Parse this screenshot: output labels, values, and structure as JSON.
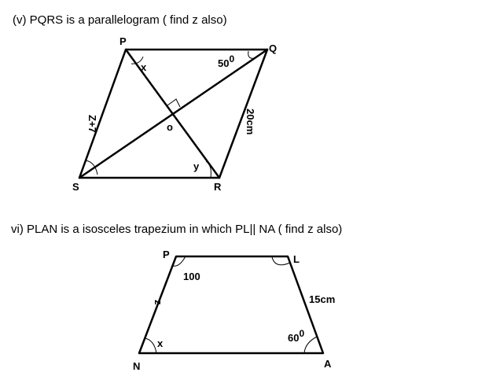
{
  "questions": {
    "q5": "(v) PQRS is a parallelogram ( find z also)",
    "q6": "vi) PLAN is a isosceles trapezium in which PL|| NA ( find z also)"
  },
  "parallelogram": {
    "vertices": {
      "P": "P",
      "Q": "Q",
      "R": "R",
      "S": "S"
    },
    "center": "o",
    "angle_x": "x",
    "angle_y": "y",
    "angle_q": "50",
    "degree_mark": "0",
    "side_ps": "Z+7",
    "side_qr": "20cm"
  },
  "trapezium": {
    "vertices": {
      "P": "P",
      "L": "L",
      "A": "A",
      "N": "N"
    },
    "angle_p": "100",
    "angle_a": "60",
    "degree_mark": "0",
    "angle_n": "x",
    "side_pn": "z",
    "side_la": "15cm"
  }
}
